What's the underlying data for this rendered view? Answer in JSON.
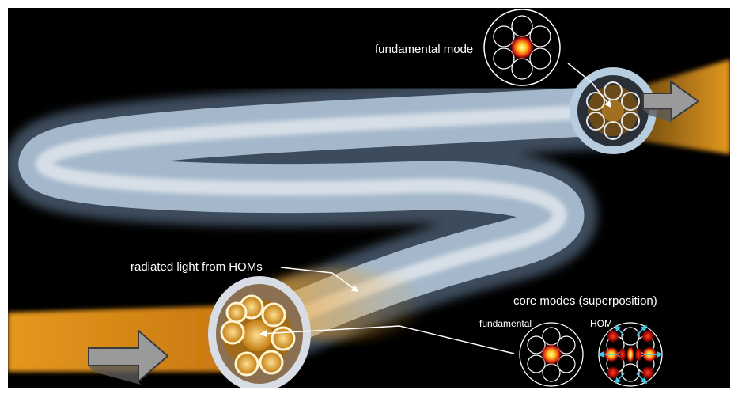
{
  "labels": {
    "fundamental_mode": "fundamental mode",
    "radiated_light": "radiated light from HOMs",
    "core_modes": "core modes (superposition)",
    "fundamental": "fundamental",
    "hom": "HOM"
  },
  "colors": {
    "background": "#000000",
    "fiber": "#c8dcf0",
    "light": "#f0a020",
    "arrow": "#8a8a8a",
    "mode_core": "#ffe060",
    "mode_outer": "#c01010",
    "hom_arrow": "#40c8e8"
  },
  "icons": [
    "input-arrow-icon",
    "output-arrow-icon"
  ]
}
